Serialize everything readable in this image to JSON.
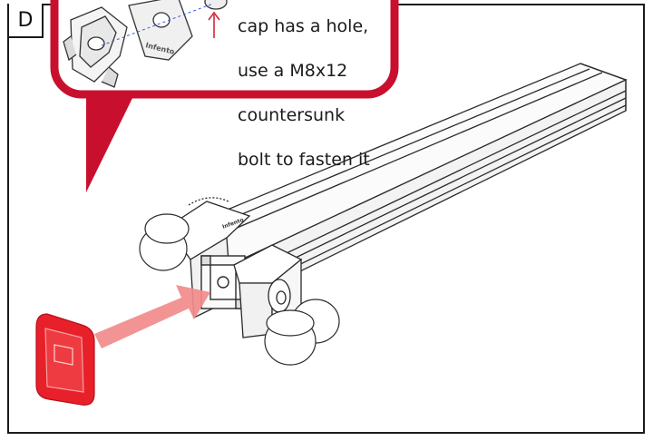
{
  "step": {
    "label": "D"
  },
  "callout": {
    "text_lines": [
      "cap has a hole,",
      "use a M8x12",
      "countersunk",
      "bolt to fasten it"
    ]
  },
  "parts": {
    "cap_brand_text": "Infento",
    "clamp_brand_text": "Infento"
  },
  "colors": {
    "callout_border": "#c8102e",
    "callout_pointer": "#c8102e",
    "insert_arrow": "#f28b8b",
    "end_cap": "#e8202a",
    "frame": "#1a1a1a"
  },
  "icons": {
    "direction_arrow": "arrow-up-icon",
    "insert_arrow": "arrow-right-icon"
  }
}
